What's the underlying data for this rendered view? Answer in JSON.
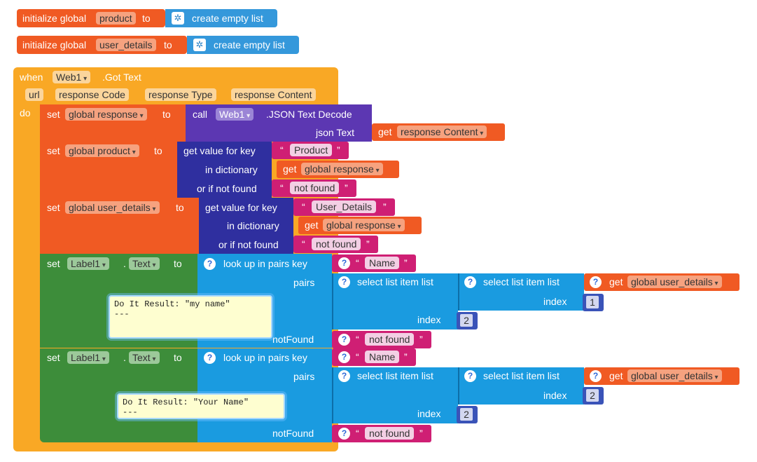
{
  "globals": [
    {
      "init_label": "initialize global",
      "name": "product",
      "to": "to",
      "value_label": "create empty list"
    },
    {
      "init_label": "initialize global",
      "name": "user_details",
      "to": "to",
      "value_label": "create empty list"
    }
  ],
  "event": {
    "when": "when",
    "component": "Web1",
    "event_name": ".Got Text",
    "params": [
      "url",
      "response Code",
      "response Type",
      "response Content"
    ],
    "do": "do"
  },
  "set_response": {
    "set": "set",
    "var": "global response",
    "to": "to",
    "call": "call",
    "component": "Web1",
    "method": ".JSON Text Decode",
    "arg_label": "json Text",
    "get": "get",
    "get_var": "response Content"
  },
  "set_product": {
    "set": "set",
    "var": "global product",
    "to": "to",
    "get_value": "get value for key",
    "key": "Product",
    "in_dict": "in dictionary",
    "get": "get",
    "dict_var": "global response",
    "if_not_found": "or if not found",
    "not_found": "not found"
  },
  "set_user_details": {
    "set": "set",
    "var": "global user_details",
    "to": "to",
    "get_value": "get value for key",
    "key": "User_Details",
    "in_dict": "in dictionary",
    "get": "get",
    "dict_var": "global response",
    "if_not_found": "or if not found",
    "not_found": "not found"
  },
  "set_label_1": {
    "set": "set",
    "component": "Label1",
    "dot": ".",
    "property": "Text",
    "to": "to",
    "lookup": "look up in pairs  key",
    "key": "Name",
    "pairs": "pairs",
    "select1": "select list item  list",
    "select2": "select list item  list",
    "get": "get",
    "list_var": "global user_details",
    "index": "index",
    "inner_index": "1",
    "outer_index": "2",
    "notfound_label": "notFound",
    "notfound": "not found",
    "bubble": "Do It Result: \"my name\"\n---"
  },
  "set_label_2": {
    "set": "set",
    "component": "Label1",
    "dot": ".",
    "property": "Text",
    "to": "to",
    "lookup": "look up in pairs  key",
    "key": "Name",
    "pairs": "pairs",
    "select1": "select list item  list",
    "select2": "select list item  list",
    "get": "get",
    "list_var": "global user_details",
    "index": "index",
    "inner_index": "2",
    "outer_index": "2",
    "notfound_label": "notFound",
    "notfound": "not found",
    "bubble": "Do It Result: \"Your Name\"\n---"
  },
  "icons": {
    "mutator": "gear-icon",
    "help": "help-icon",
    "dropdown": "chevron-down-icon"
  },
  "colors": {
    "global_block": "#ef5a24",
    "list_block": "#3498db",
    "event_block": "#f9a825",
    "component_method": "#5c37b2",
    "dictionary_block": "#2f2f9f",
    "text_block": "#cf1f74",
    "component_setter": "#3d8d3a",
    "pairs_block": "#1a9be0",
    "number_block": "#3a53b8"
  }
}
